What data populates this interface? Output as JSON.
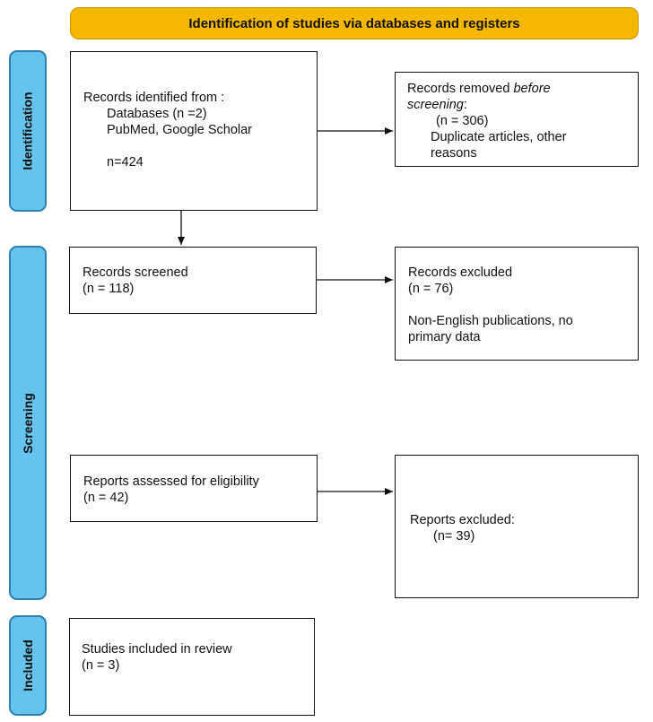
{
  "header": {
    "title": "Identification of studies via databases and registers"
  },
  "phases": {
    "identification": "Identification",
    "screening": "Screening",
    "included": "Included"
  },
  "boxes": {
    "identified": {
      "title": "Records identified from :",
      "lines": [
        "Databases (n =2)",
        "PubMed, Google Scholar",
        "n=424"
      ]
    },
    "removed": {
      "title_prefix": "Records removed ",
      "title_italic": "before",
      "title_italic2": "screening",
      "title_suffix": ":",
      "count": "(n = 306)",
      "reason_1": "Duplicate articles, other",
      "reason_2": "reasons"
    },
    "screened": {
      "title": "Records screened",
      "count": "(n = 118)"
    },
    "excluded": {
      "title": "Records excluded",
      "count": "(n = 76)",
      "reason_1": "Non-English publications, no",
      "reason_2": "primary data"
    },
    "assessed": {
      "title": "Reports assessed for eligibility",
      "count": "(n = 42)"
    },
    "reports_excluded": {
      "title": "Reports excluded:",
      "count": "(n= 39)"
    },
    "included": {
      "title": "Studies included in review",
      "count": "(n = 3)"
    }
  },
  "colors": {
    "header_fill": "#f5b700",
    "phase_fill": "#66c3ee",
    "phase_border": "#2d7fae"
  }
}
